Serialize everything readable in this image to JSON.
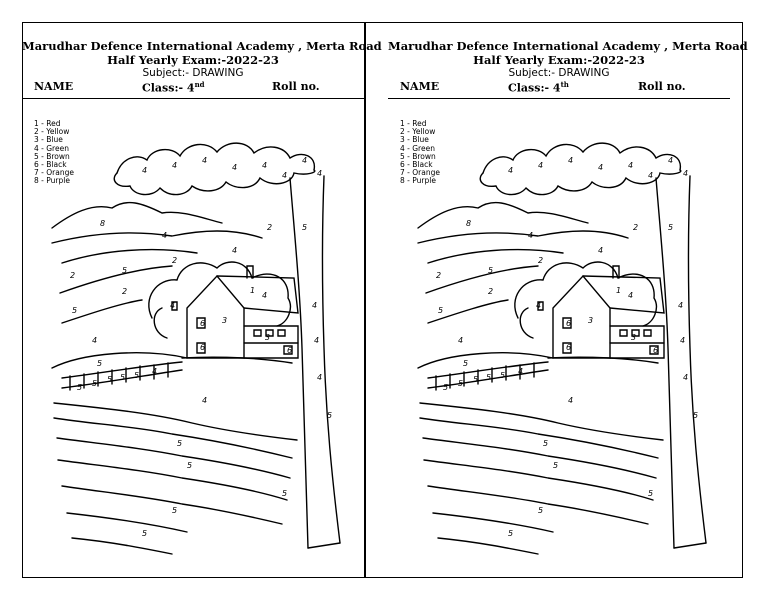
{
  "sheets": [
    {
      "school": "Marudhar Defence International Academy , Merta Road",
      "exam": "Half Yearly Exam:-2022-23",
      "subject": "Subject:- DRAWING",
      "name_label": "NAME",
      "class_label": "Class:- 4",
      "class_suffix": "nd",
      "roll_label": "Roll no."
    },
    {
      "school": "Marudhar Defence International Academy , Merta Road",
      "exam": "Half Yearly Exam:-2022-23",
      "subject": "Subject:- DRAWING",
      "name_label": "NAME",
      "class_label": "Class:- 4",
      "class_suffix": "th",
      "roll_label": "Roll no."
    }
  ],
  "legend": [
    "1 - Red",
    "2 - Yellow",
    "3 - Blue",
    "4 - Green",
    "5 - Brown",
    "6 - Black",
    "7 - Orange",
    "8 - Purple"
  ],
  "picture_numbers": {
    "tree_top": [
      "4",
      "4",
      "4",
      "4",
      "4",
      "4",
      "4",
      "4",
      "8",
      "5"
    ],
    "hills": [
      "8",
      "4",
      "2",
      "5",
      "2",
      "4",
      "2",
      "5",
      "4"
    ],
    "house": [
      "1",
      "4",
      "3",
      "6",
      "6",
      "3",
      "6",
      "4"
    ],
    "bushes": [
      "4",
      "5",
      "4",
      "4"
    ],
    "fence": [
      "5",
      "5",
      "5",
      "5",
      "5",
      "4",
      "5",
      "5"
    ],
    "field": [
      "4",
      "5",
      "5",
      "5",
      "5",
      "5",
      "5"
    ]
  }
}
